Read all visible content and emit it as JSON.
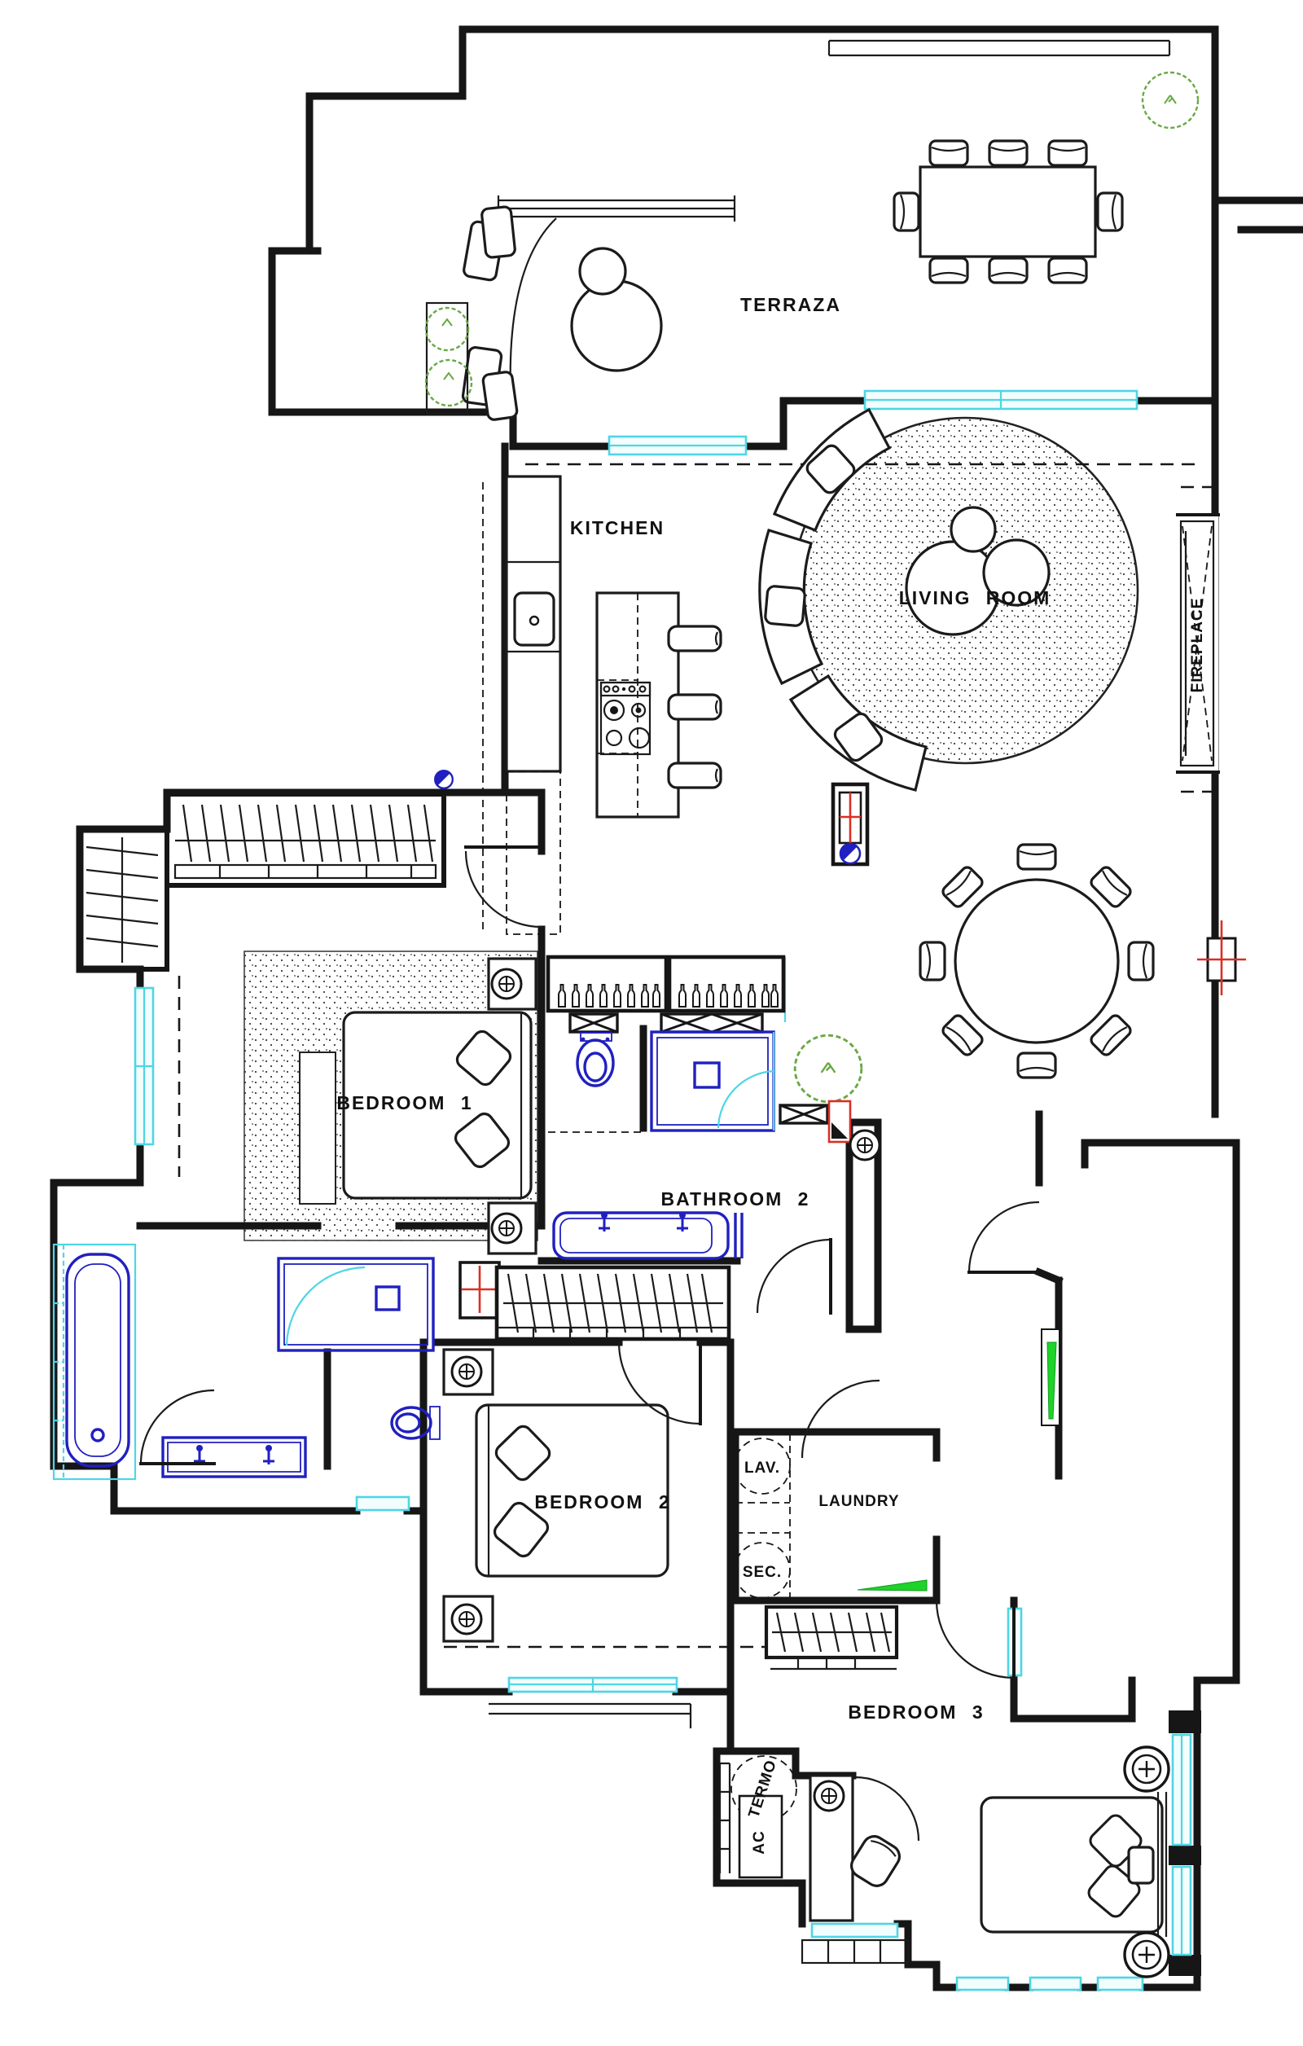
{
  "plan": {
    "type": "apartment-floor-plan",
    "rooms": {
      "terrace": {
        "label": "TERRAZA"
      },
      "kitchen": {
        "label": "KITCHEN"
      },
      "living_room": {
        "label": "LIVING ROOM"
      },
      "fireplace": {
        "label": "FIREPLACE"
      },
      "bedroom1": {
        "label": "BEDROOM 1"
      },
      "bathroom2": {
        "label": "BATHROOM 2"
      },
      "bedroom2": {
        "label": "BEDROOM 2"
      },
      "laundry": {
        "label": "LAUNDRY",
        "washer_label": "LAV.",
        "dryer_label": "SEC."
      },
      "bedroom3": {
        "label": "BEDROOM 3"
      },
      "utility": {
        "water_heater_label": "TERMO",
        "ac_label": "AC"
      }
    },
    "colors": {
      "paper": "#ffffff",
      "wall": "#161616",
      "window_cyan": "#4fd5e4",
      "plumbing_blue": "#2020c0",
      "vegetation_green": "#69a845",
      "radiator_green": "#1ed32a",
      "marker_red": "#d93025"
    },
    "symbols": {
      "light_switch": "circle-with-cross",
      "column": "box-with-x",
      "radiator": "box-with-red-cross",
      "water_point": "half-filled-blue-circle",
      "tree": "scalloped-green-circle",
      "wardrobe_hangers": "slash-marks"
    }
  }
}
